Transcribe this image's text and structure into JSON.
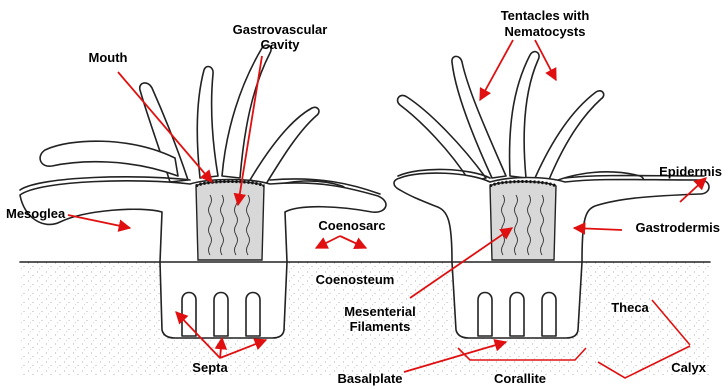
{
  "labels": {
    "gastrovascular_cavity_line1": "Gastrovascular",
    "gastrovascular_cavity_line2": "Cavity",
    "mouth": "Mouth",
    "mesoglea": "Mesoglea",
    "coenosarc": "Coenosarc",
    "coenosteum": "Coenosteum",
    "mesenterial_filaments_line1": "Mesenterial",
    "mesenterial_filaments_line2": "Filaments",
    "septa": "Septa",
    "basalplate": "Basalplate",
    "corallite": "Corallite",
    "tentacles_line1": "Tentacles with",
    "tentacles_line2": "Nematocysts",
    "epidermis": "Epidermis",
    "gastrodermis": "Gastrodermis",
    "theca": "Theca",
    "calyx": "Calyx"
  },
  "colors": {
    "arrow": "#e01010",
    "outline": "#222222",
    "stipple": "#9a9a9a",
    "background": "#ffffff"
  }
}
